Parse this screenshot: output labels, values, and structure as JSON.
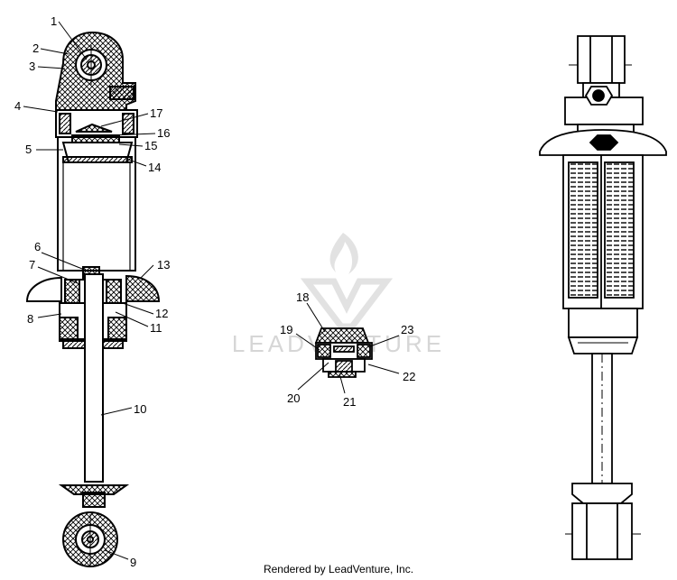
{
  "watermark": {
    "text": "LEADVENTURE"
  },
  "footer": {
    "text": "Rendered by LeadVenture, Inc."
  },
  "callouts": [
    "1",
    "2",
    "3",
    "4",
    "5",
    "6",
    "7",
    "8",
    "9",
    "10",
    "11",
    "12",
    "13",
    "14",
    "15",
    "16",
    "17",
    "18",
    "19",
    "20",
    "21",
    "22",
    "23"
  ]
}
